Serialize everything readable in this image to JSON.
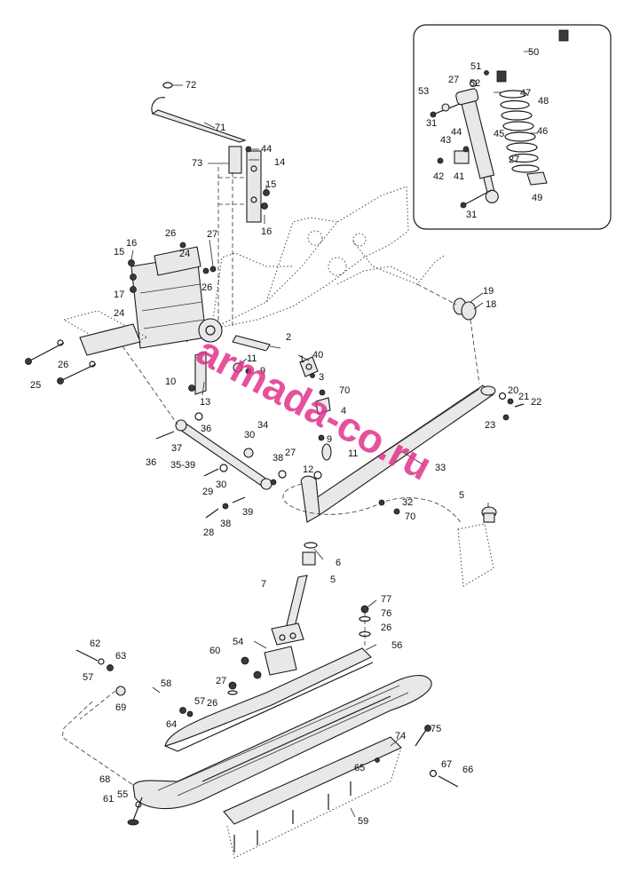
{
  "diagram": {
    "watermark": "armada-co.ru",
    "callouts": [
      {
        "id": "c1",
        "text": "72"
      },
      {
        "id": "c2",
        "text": "71"
      },
      {
        "id": "c3",
        "text": "44"
      },
      {
        "id": "c4",
        "text": "73"
      },
      {
        "id": "c5",
        "text": "14"
      },
      {
        "id": "c6",
        "text": "15"
      },
      {
        "id": "c7",
        "text": "16"
      },
      {
        "id": "c8",
        "text": "26"
      },
      {
        "id": "c9",
        "text": "27"
      },
      {
        "id": "c10",
        "text": "16"
      },
      {
        "id": "c11",
        "text": "24"
      },
      {
        "id": "c12",
        "text": "15"
      },
      {
        "id": "c13",
        "text": "17"
      },
      {
        "id": "c14",
        "text": "26"
      },
      {
        "id": "c15",
        "text": "24"
      },
      {
        "id": "c16",
        "text": "25"
      },
      {
        "id": "c17",
        "text": "26"
      },
      {
        "id": "c18",
        "text": "10"
      },
      {
        "id": "c19",
        "text": "13"
      },
      {
        "id": "c20",
        "text": "11"
      },
      {
        "id": "c21",
        "text": "9"
      },
      {
        "id": "c22",
        "text": "2"
      },
      {
        "id": "c23",
        "text": "1"
      },
      {
        "id": "c24",
        "text": "40"
      },
      {
        "id": "c25",
        "text": "3"
      },
      {
        "id": "c26",
        "text": "70"
      },
      {
        "id": "c27",
        "text": "4"
      },
      {
        "id": "c28",
        "text": "34"
      },
      {
        "id": "c29",
        "text": "9"
      },
      {
        "id": "c30",
        "text": "11"
      },
      {
        "id": "c31",
        "text": "36"
      },
      {
        "id": "c32",
        "text": "37"
      },
      {
        "id": "c33",
        "text": "36"
      },
      {
        "id": "c34",
        "text": "35-39"
      },
      {
        "id": "c35",
        "text": "30"
      },
      {
        "id": "c36",
        "text": "30"
      },
      {
        "id": "c37",
        "text": "29"
      },
      {
        "id": "c38",
        "text": "27"
      },
      {
        "id": "c39",
        "text": "38"
      },
      {
        "id": "c40",
        "text": "39"
      },
      {
        "id": "c41",
        "text": "38"
      },
      {
        "id": "c42",
        "text": "28"
      },
      {
        "id": "c43",
        "text": "12"
      },
      {
        "id": "c44",
        "text": "33"
      },
      {
        "id": "c45",
        "text": "32"
      },
      {
        "id": "c46",
        "text": "70"
      },
      {
        "id": "c47",
        "text": "5"
      },
      {
        "id": "c48",
        "text": "6"
      },
      {
        "id": "c49",
        "text": "5"
      },
      {
        "id": "c50",
        "text": "7"
      },
      {
        "id": "c51",
        "text": "19"
      },
      {
        "id": "c52",
        "text": "18"
      },
      {
        "id": "c53",
        "text": "20"
      },
      {
        "id": "c54",
        "text": "21"
      },
      {
        "id": "c55",
        "text": "22"
      },
      {
        "id": "c56",
        "text": "23"
      },
      {
        "id": "c57",
        "text": "77"
      },
      {
        "id": "c58",
        "text": "76"
      },
      {
        "id": "c59",
        "text": "26"
      },
      {
        "id": "c60",
        "text": "56"
      },
      {
        "id": "c61",
        "text": "54"
      },
      {
        "id": "c62",
        "text": "60"
      },
      {
        "id": "c63",
        "text": "62"
      },
      {
        "id": "c64",
        "text": "63"
      },
      {
        "id": "c65",
        "text": "57"
      },
      {
        "id": "c66",
        "text": "58"
      },
      {
        "id": "c67",
        "text": "69"
      },
      {
        "id": "c68",
        "text": "27"
      },
      {
        "id": "c69",
        "text": "26"
      },
      {
        "id": "c70",
        "text": "57"
      },
      {
        "id": "c71",
        "text": "64"
      },
      {
        "id": "c72",
        "text": "74"
      },
      {
        "id": "c73",
        "text": "75"
      },
      {
        "id": "c74",
        "text": "65"
      },
      {
        "id": "c75",
        "text": "67"
      },
      {
        "id": "c76",
        "text": "66"
      },
      {
        "id": "c77",
        "text": "68"
      },
      {
        "id": "c78",
        "text": "55"
      },
      {
        "id": "c79",
        "text": "61"
      },
      {
        "id": "c80",
        "text": "59"
      },
      {
        "id": "c81",
        "text": "50"
      },
      {
        "id": "c82",
        "text": "51"
      },
      {
        "id": "c83",
        "text": "27"
      },
      {
        "id": "c84",
        "text": "52"
      },
      {
        "id": "c85",
        "text": "53"
      },
      {
        "id": "c86",
        "text": "47"
      },
      {
        "id": "c87",
        "text": "48"
      },
      {
        "id": "c88",
        "text": "31"
      },
      {
        "id": "c89",
        "text": "45"
      },
      {
        "id": "c90",
        "text": "46"
      },
      {
        "id": "c91",
        "text": "44"
      },
      {
        "id": "c92",
        "text": "43"
      },
      {
        "id": "c93",
        "text": "27"
      },
      {
        "id": "c94",
        "text": "42"
      },
      {
        "id": "c95",
        "text": "41"
      },
      {
        "id": "c96",
        "text": "49"
      },
      {
        "id": "c97",
        "text": "31"
      }
    ]
  }
}
